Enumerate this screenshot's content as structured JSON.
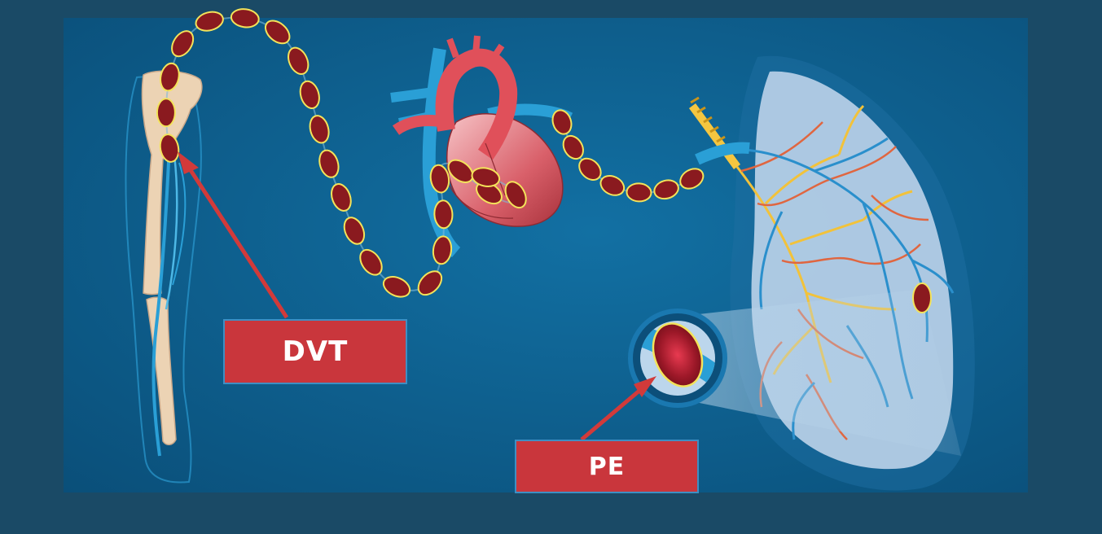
{
  "labels": {
    "dvt": "DVT",
    "pe": "PE"
  },
  "colors": {
    "outer_frame": "#1a4a66",
    "panel_background": "#0f5f8c",
    "clot_fill": "#8a1a1f",
    "clot_outline": "#f3e35a",
    "callout_fill": "#c9363c",
    "arrow": "#d23a3a",
    "vein": "#2a9fd6",
    "artery": "#e0505a",
    "bone": "#ecd3b4",
    "lung": "#c7d9ee",
    "airway": "#f5c640"
  },
  "icons": {
    "leg": "leg-bone-illustration",
    "heart": "heart-illustration",
    "lung": "lung-illustration",
    "clot": "blood-clot-icon",
    "magnifier": "magnified-vessel-icon"
  }
}
